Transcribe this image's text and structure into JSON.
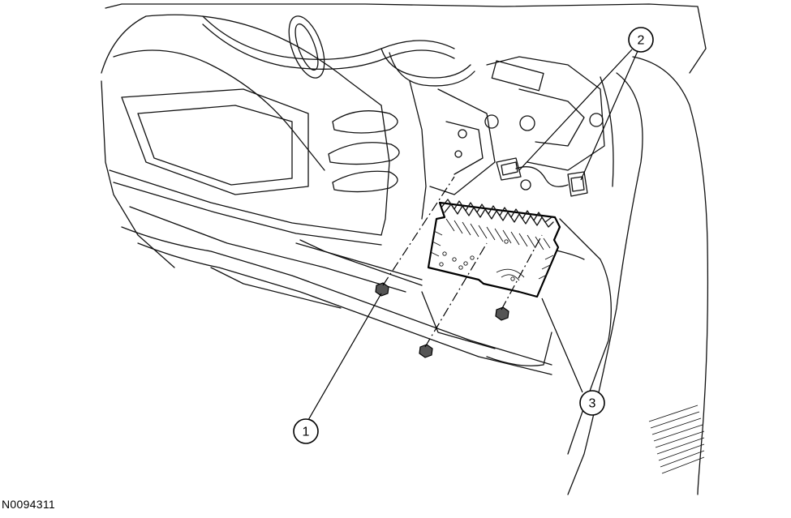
{
  "figure_id": "N0094311",
  "callouts": [
    {
      "number": "1"
    },
    {
      "number": "2"
    },
    {
      "number": "3"
    }
  ]
}
